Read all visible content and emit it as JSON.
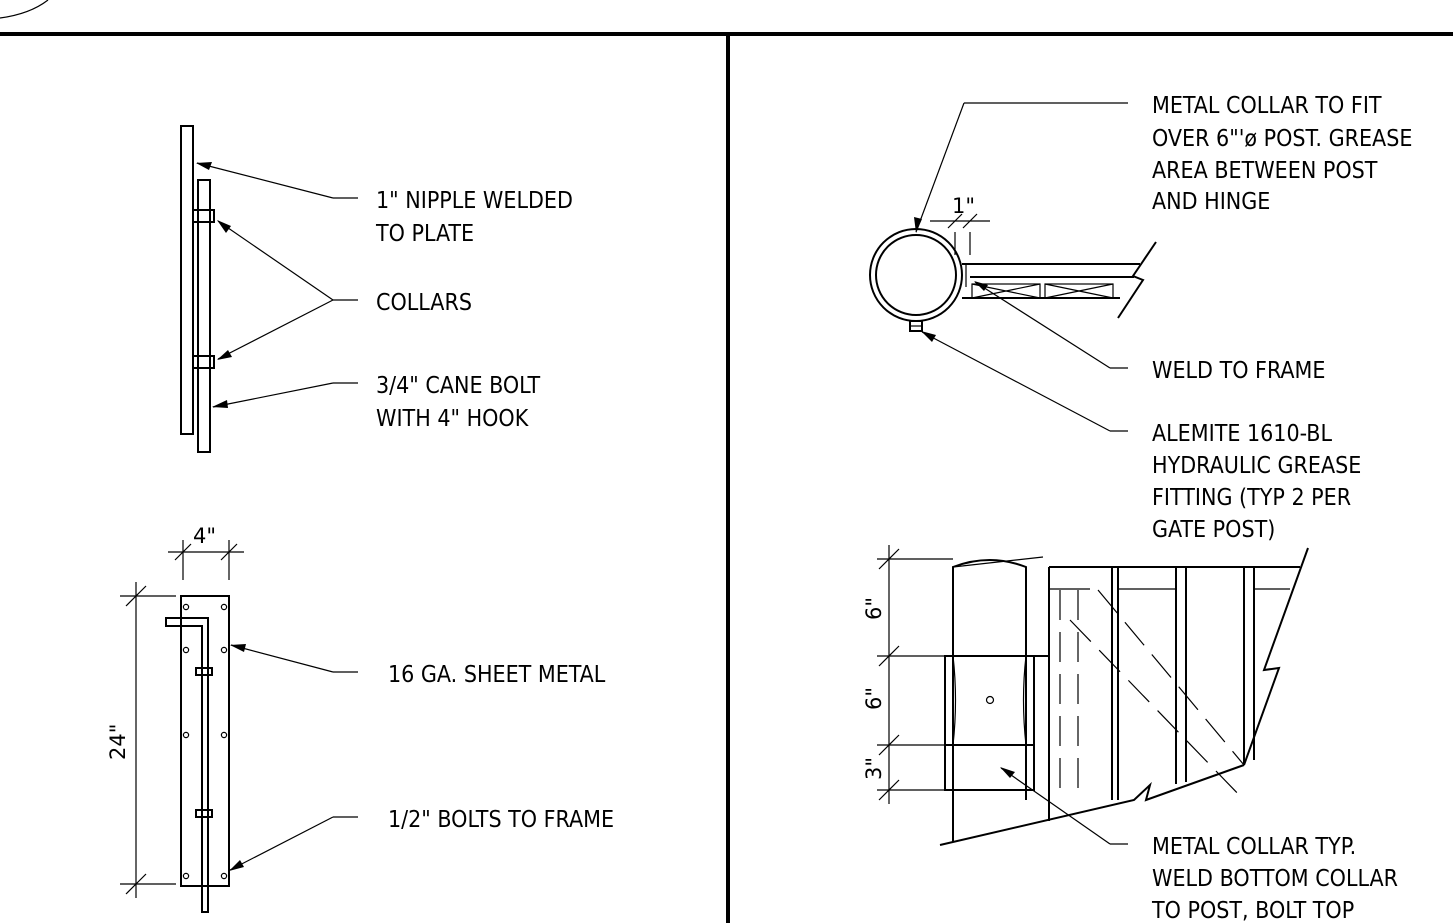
{
  "left_top": {
    "nipple": [
      "1\" NIPPLE WELDED",
      "TO PLATE"
    ],
    "collars": [
      "COLLARS"
    ],
    "cane_bolt": [
      "3/4\" CANE BOLT",
      "WITH 4\" HOOK"
    ]
  },
  "left_bottom": {
    "dim_width": "4\"",
    "dim_height": "24\"",
    "sheet_metal": [
      "16 GA. SHEET METAL"
    ],
    "bolts": [
      "1/2\" BOLTS TO FRAME"
    ]
  },
  "right_top": {
    "collar_note": [
      "METAL COLLAR TO FIT",
      "OVER 6\"'ø POST. GREASE",
      "AREA BETWEEN POST",
      "AND HINGE"
    ],
    "dim_gap": "1\"",
    "weld": [
      "WELD TO FRAME"
    ],
    "alemite": [
      "ALEMITE 1610-BL",
      "HYDRAULIC GREASE",
      "FITTING (TYP 2 PER",
      "GATE POST)"
    ]
  },
  "right_bottom": {
    "dim_a": "6\"",
    "dim_b": "6\"",
    "dim_c": "3\"",
    "collar_typ": [
      "METAL COLLAR TYP.",
      "WELD BOTTOM COLLAR",
      "TO POST, BOLT TOP"
    ]
  }
}
